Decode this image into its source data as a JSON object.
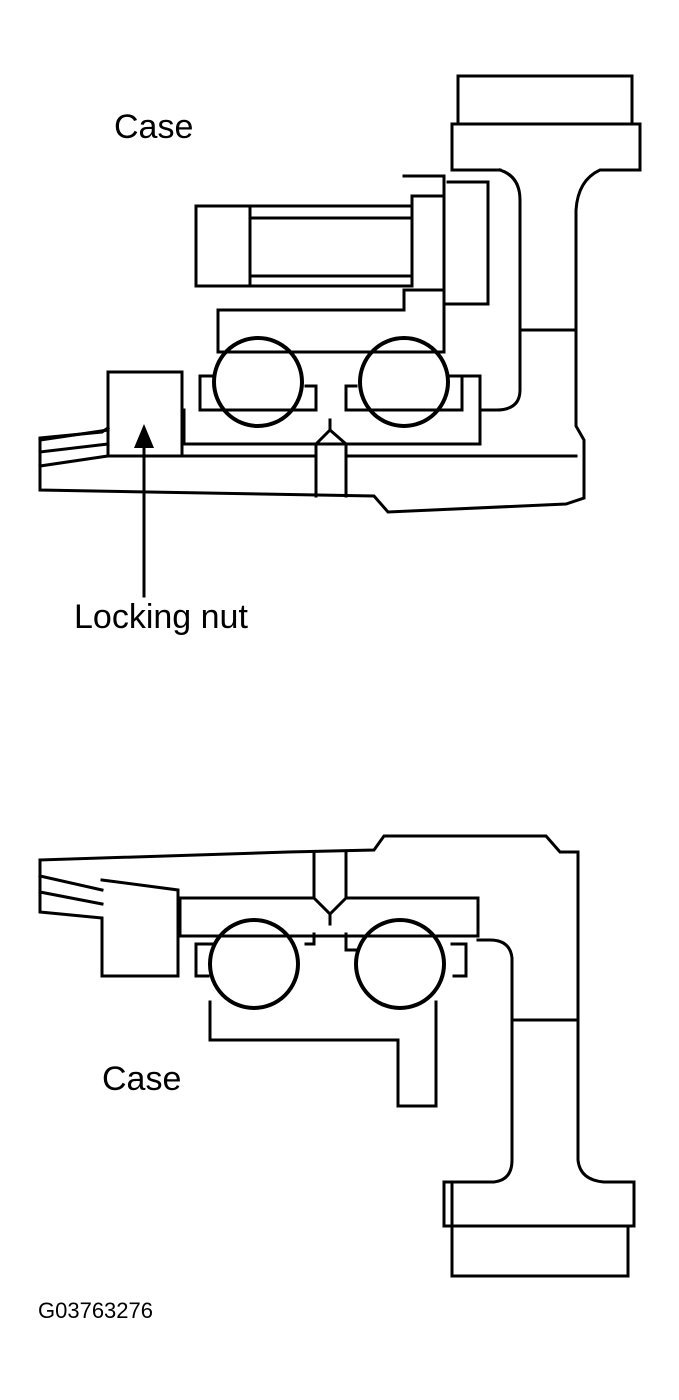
{
  "labels": {
    "top_case": "Case",
    "locking_nut": "Locking nut",
    "bottom_case": "Case",
    "figure_code": "G03763276"
  },
  "colors": {
    "line": "#000000",
    "background": "#ffffff"
  }
}
